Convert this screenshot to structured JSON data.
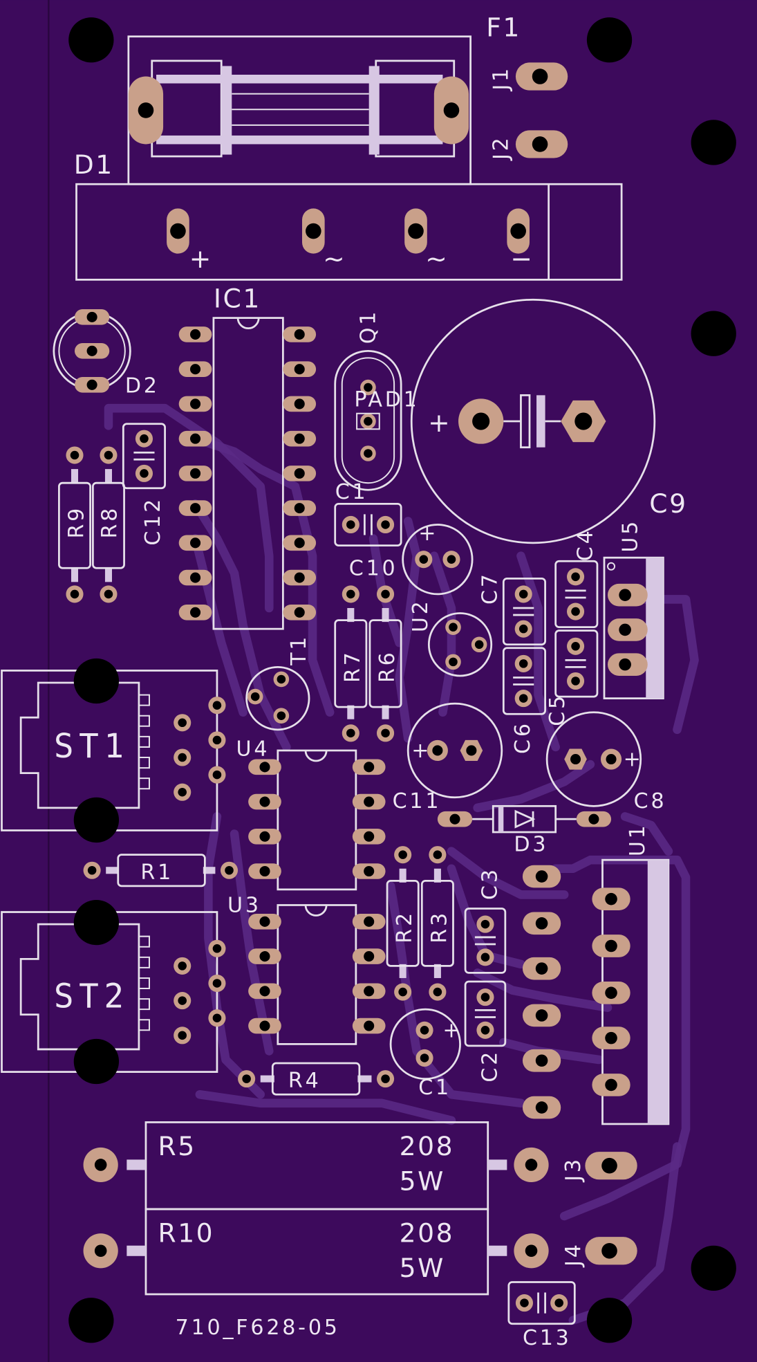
{
  "colors": {
    "board": "#3d0a5c",
    "trace": "#5b2a86",
    "silkscreen": "#e6e0ea",
    "pad": "#c9a08a"
  },
  "board_id": "710_F628-05",
  "labels": {
    "F1": "F1",
    "J1": "J1",
    "J2": "J2",
    "J3": "J3",
    "J4": "J4",
    "D1": "D1",
    "D2": "D2",
    "D3": "D3",
    "IC1": "IC1",
    "Q1": "Q1",
    "PAD1": "PAD1",
    "C1": "C1",
    "C2": "C2",
    "C3": "C3",
    "C4": "C4",
    "C5": "C5",
    "C6": "C6",
    "C7": "C7",
    "C8": "C8",
    "C9": "C9",
    "C10": "C10",
    "C11": "C11",
    "C12": "C12",
    "C13": "C13",
    "C14": "C1",
    "R1": "R1",
    "R2": "R2",
    "R3": "R3",
    "R4": "R4",
    "R6": "R6",
    "R7": "R7",
    "R8": "R8",
    "R9": "R9",
    "R5": "R5",
    "R10": "R10",
    "R5_value": "208",
    "R5_power": "5W",
    "R10_value": "208",
    "R10_power": "5W",
    "T1": "T1",
    "U1": "U1",
    "U2": "U2",
    "U3": "U3",
    "U4": "U4",
    "U5": "U5",
    "ST1": "ST1",
    "ST2": "ST2",
    "D1_plus": "+",
    "D1_ac1": "~",
    "D1_ac2": "~",
    "D1_minus": "−",
    "C9_plus": "+",
    "C11_plus": "+",
    "C8_plus": "+",
    "C1_plus": "+"
  }
}
